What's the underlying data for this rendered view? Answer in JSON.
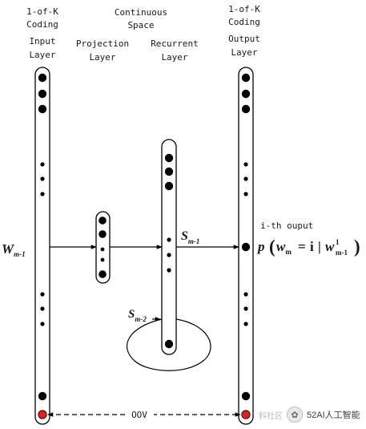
{
  "headers": {
    "input": [
      "1-of-K",
      "Coding",
      "Input",
      "Layer"
    ],
    "projection": [
      "Projection",
      "Layer"
    ],
    "continuous": [
      "Continuous",
      "Space"
    ],
    "recurrent": [
      "Recurrent",
      "Layer"
    ],
    "output": [
      "1-of-K",
      "Coding",
      "Output",
      "Layer"
    ]
  },
  "labels": {
    "input_word": "W",
    "input_word_sub": "m-1",
    "state": "S",
    "state_sub": "m-1",
    "prev_state": "S",
    "prev_state_sub": "m-2",
    "ith_output": "i-th ouput",
    "probability": {
      "p": "p",
      "open": "(",
      "w1": "w",
      "w1_sub": "m",
      "eq": "=",
      "i": "i",
      "bar": "|",
      "w2": "w",
      "w2_sup": "1",
      "w2_sub": "m-1",
      "close": ")"
    },
    "oov": "OOV"
  },
  "colors": {
    "node": "#000000",
    "oov_node": "#e02020",
    "stroke": "#000000"
  },
  "watermark": {
    "icon": "wechat-logo-icon",
    "faint_text": "科社区",
    "text": "52AI人工智能"
  }
}
